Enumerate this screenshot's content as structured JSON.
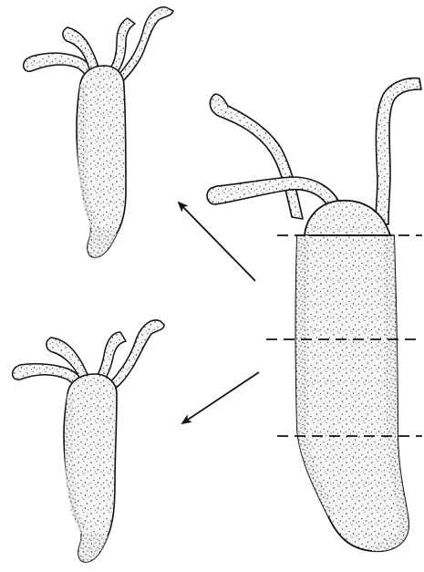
{
  "figure": {
    "colors": {
      "background": "#ffffff",
      "outline": "#111111",
      "stipple": "#1a1a1a",
      "body_fill": "#f4f4f4",
      "arrow": "#111111",
      "cut_line": "#111111"
    },
    "organisms": [
      {
        "id": "parent",
        "role": "large hydra with dashed cut lines"
      },
      {
        "id": "upper-offspring",
        "role": "small regenerated hydra, top left"
      },
      {
        "id": "lower-offspring",
        "role": "small regenerated hydra, bottom left"
      }
    ],
    "arrows": [
      {
        "id": "arrow-to-upper",
        "direction": "up-left"
      },
      {
        "id": "arrow-to-lower",
        "direction": "down-left"
      }
    ],
    "cut_lines": {
      "count": 3,
      "style": "dashed"
    }
  }
}
